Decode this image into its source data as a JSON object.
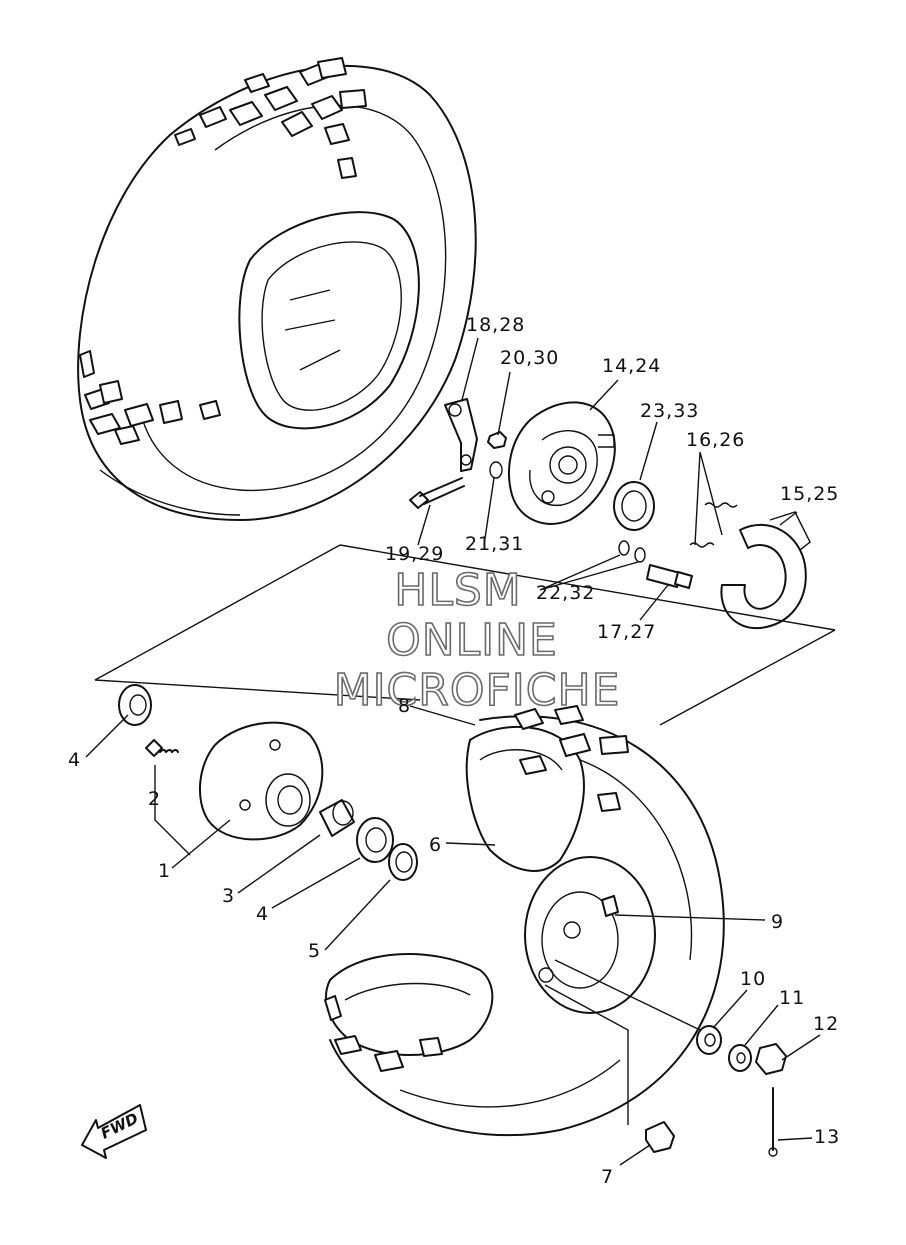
{
  "labels": {
    "l18_28": "18,28",
    "l20_30": "20,30",
    "l14_24": "14,24",
    "l23_33": "23,33",
    "l16_26": "16,26",
    "l15_25": "15,25",
    "l19_29": "19,29",
    "l21_31": "21,31",
    "l22_32": "22,32",
    "l17_27": "17,27",
    "l8": "8",
    "l4a": "4",
    "l2": "2",
    "l1": "1",
    "l3": "3",
    "l4b": "4",
    "l5": "5",
    "l6": "6",
    "l9": "9",
    "l10": "10",
    "l11": "11",
    "l12": "12",
    "l13": "13",
    "l7": "7"
  },
  "watermark": {
    "line1": "HLSM",
    "line2": "ONLINE",
    "line3": "MICROFICHE"
  },
  "fwd_badge": "FWD",
  "icons": {
    "front_arrow": "fwd-arrow-icon"
  }
}
